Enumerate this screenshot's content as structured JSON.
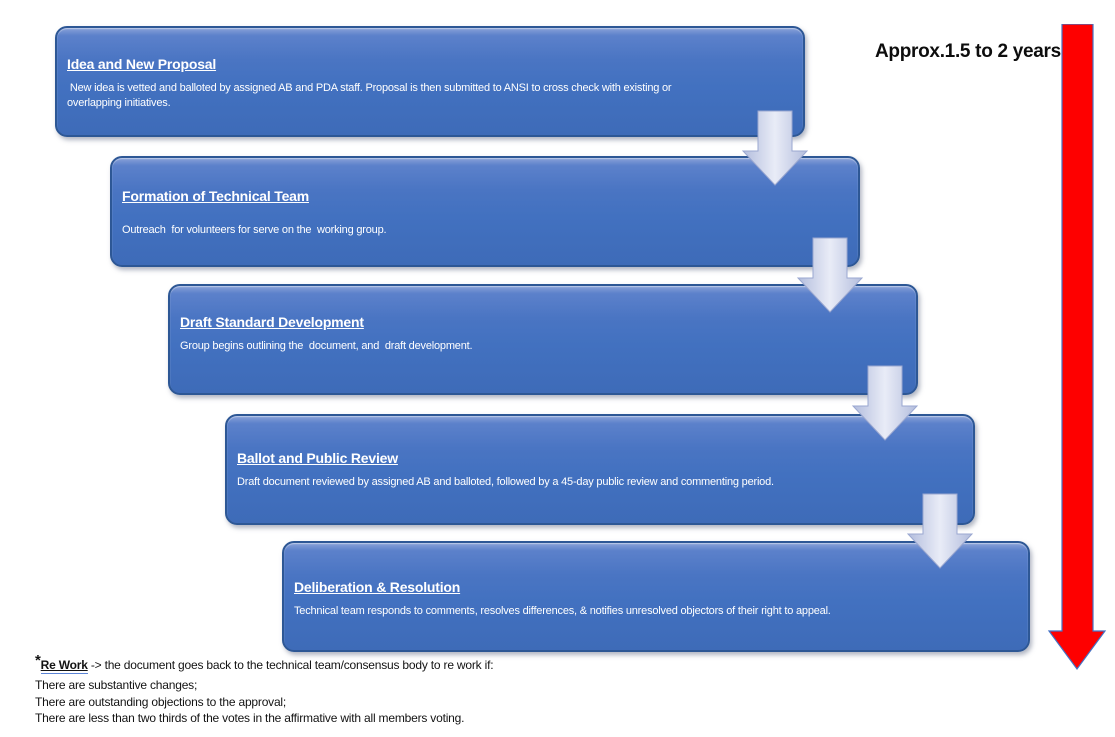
{
  "timeline": {
    "label": "Approx.1.5 to 2 years",
    "arrow_color": "#fe0000",
    "arrow_border": "#4472c4"
  },
  "steps": [
    {
      "title": "Idea and New Proposal",
      "body": " New idea is vetted and balloted by assigned AB and PDA staff. Proposal is then submitted to ANSI to cross check with existing or overlapping initiatives."
    },
    {
      "title": "Formation of Technical Team",
      "body": "Outreach  for volunteers for serve on the  working group."
    },
    {
      "title": "Draft Standard Development",
      "body": "Group begins outlining the  document, and  draft development."
    },
    {
      "title": "Ballot and Public Review",
      "body": "Draft document reviewed by assigned AB and balloted, followed by a 45-day public review and commenting period."
    },
    {
      "title": "Deliberation & Resolution",
      "body": "Technical team responds to comments, resolves differences, & notifies unresolved objectors of their right to appeal."
    }
  ],
  "footnote": {
    "asterisk": "*",
    "term": "Re Work",
    "intro": " -> the document goes back to the technical team/consensus body to re work if:",
    "lines": [
      "There are substantive changes;",
      "There are outstanding objections to the approval;",
      "There are less than two thirds of the votes in the affirmative with all members voting."
    ]
  },
  "colors": {
    "box_fill": "#4472c4",
    "box_border": "#2d5795",
    "connector_fill": "#ccd4ea",
    "duration_arrow": "#fe0000",
    "text_on_box": "#ffffff",
    "footnote_text": "#131313"
  }
}
